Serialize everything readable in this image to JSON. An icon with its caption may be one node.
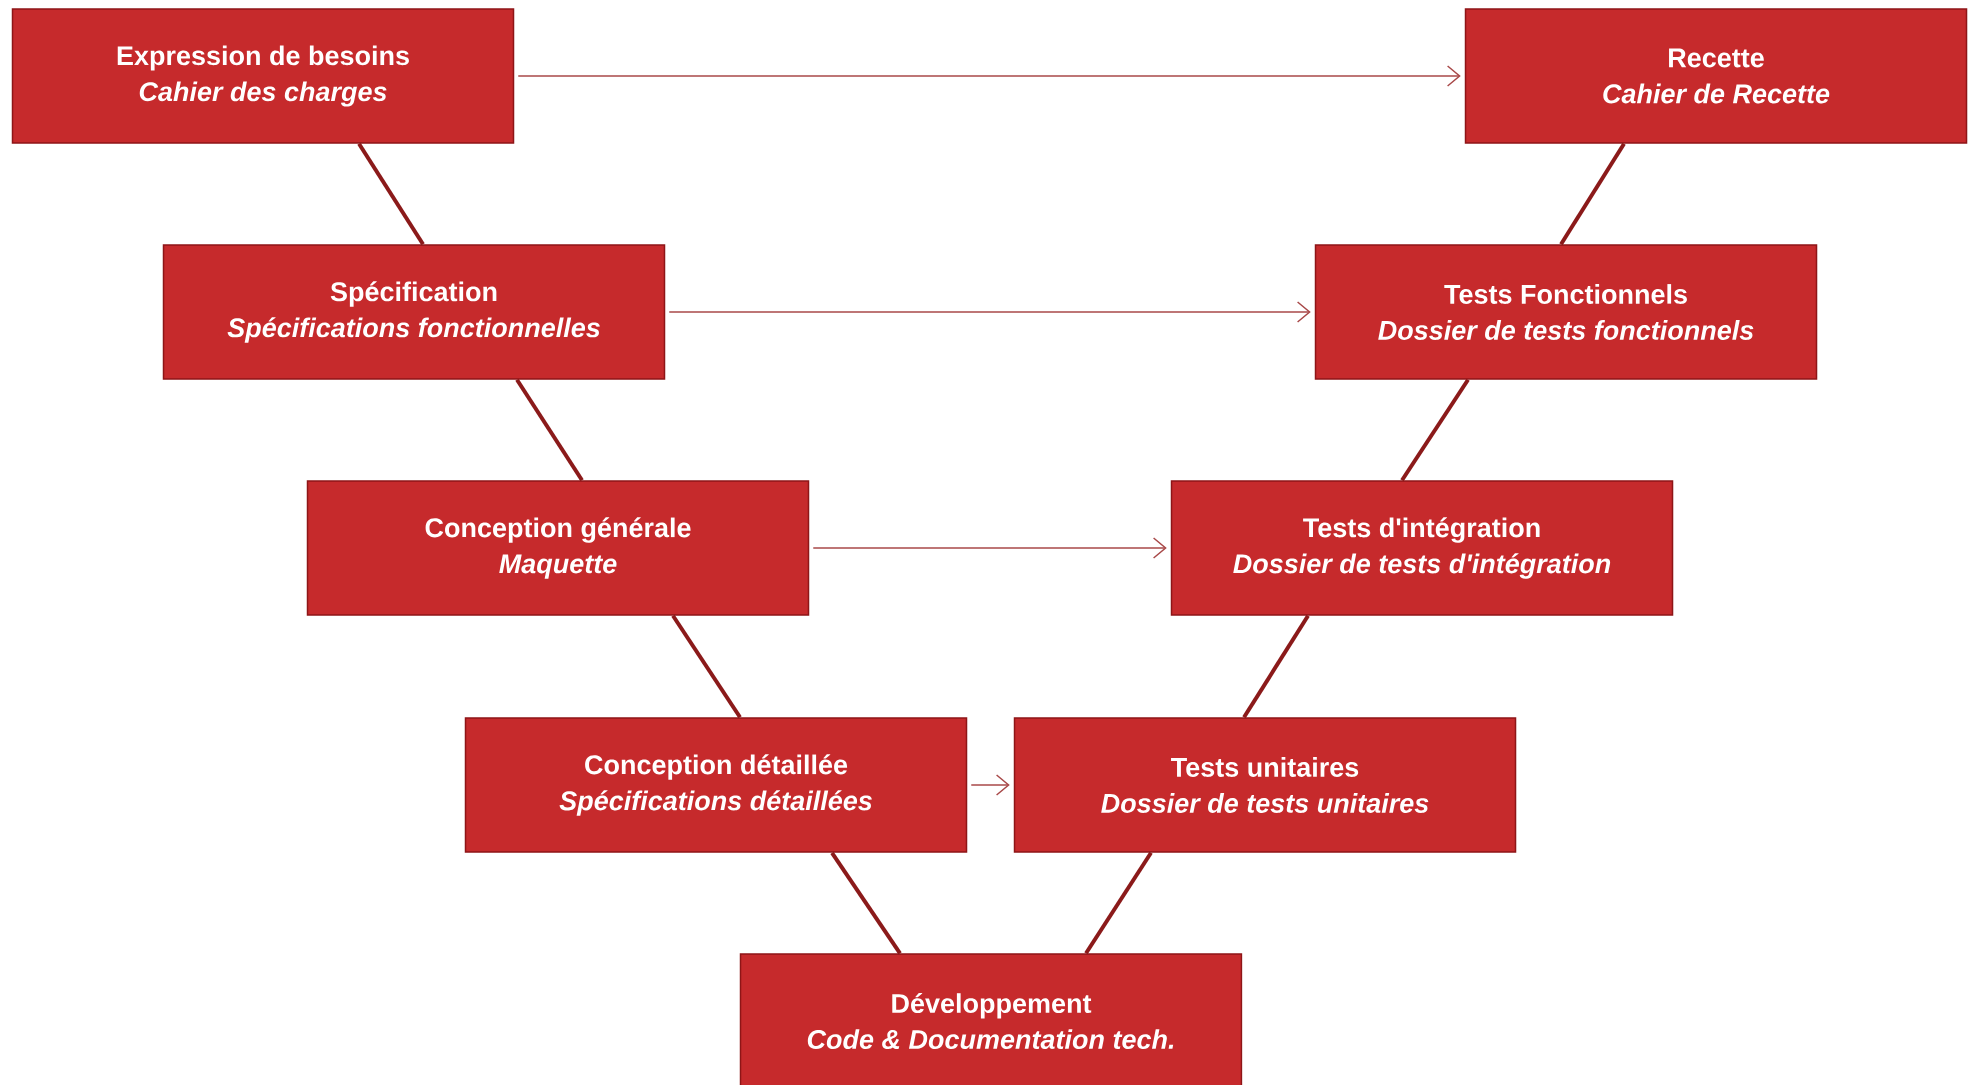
{
  "diagram": {
    "nodes": [
      {
        "text": [
          "Expression de besoins",
          "Cahier des charges"
        ]
      },
      {
        "text": [
          "Recette",
          "Cahier de Recette"
        ]
      },
      {
        "text": [
          "Spécification",
          "Spécifications fonctionnelles"
        ]
      },
      {
        "text": [
          "Tests Fonctionnels",
          "Dossier de tests fonctionnels"
        ]
      },
      {
        "text": [
          "Conception générale",
          "Maquette"
        ]
      },
      {
        "text": [
          "Tests d'intégration",
          "Dossier de tests d'intégration"
        ]
      },
      {
        "text": [
          "Conception détaillée",
          "Spécifications détaillées"
        ]
      },
      {
        "text": [
          "Tests unitaires",
          "Dossier de tests unitaires"
        ]
      },
      {
        "text": [
          "Développement",
          "Code & Documentation tech."
        ]
      }
    ],
    "edges": [
      {
        "from": 0,
        "to": 2,
        "arrow": "none"
      },
      {
        "from": 2,
        "to": 4,
        "arrow": "none"
      },
      {
        "from": 4,
        "to": 6,
        "arrow": "none"
      },
      {
        "from": 6,
        "to": 8,
        "arrow": "none"
      },
      {
        "from": 8,
        "to": 7,
        "arrow": "none"
      },
      {
        "from": 7,
        "to": 5,
        "arrow": "none"
      },
      {
        "from": 5,
        "to": 3,
        "arrow": "none"
      },
      {
        "from": 3,
        "to": 1,
        "arrow": "none"
      },
      {
        "from": 0,
        "to": 1,
        "arrow": "to"
      },
      {
        "from": 2,
        "to": 3,
        "arrow": "to"
      },
      {
        "from": 4,
        "to": 5,
        "arrow": "to"
      },
      {
        "from": 6,
        "to": 7,
        "arrow": "to"
      }
    ]
  }
}
